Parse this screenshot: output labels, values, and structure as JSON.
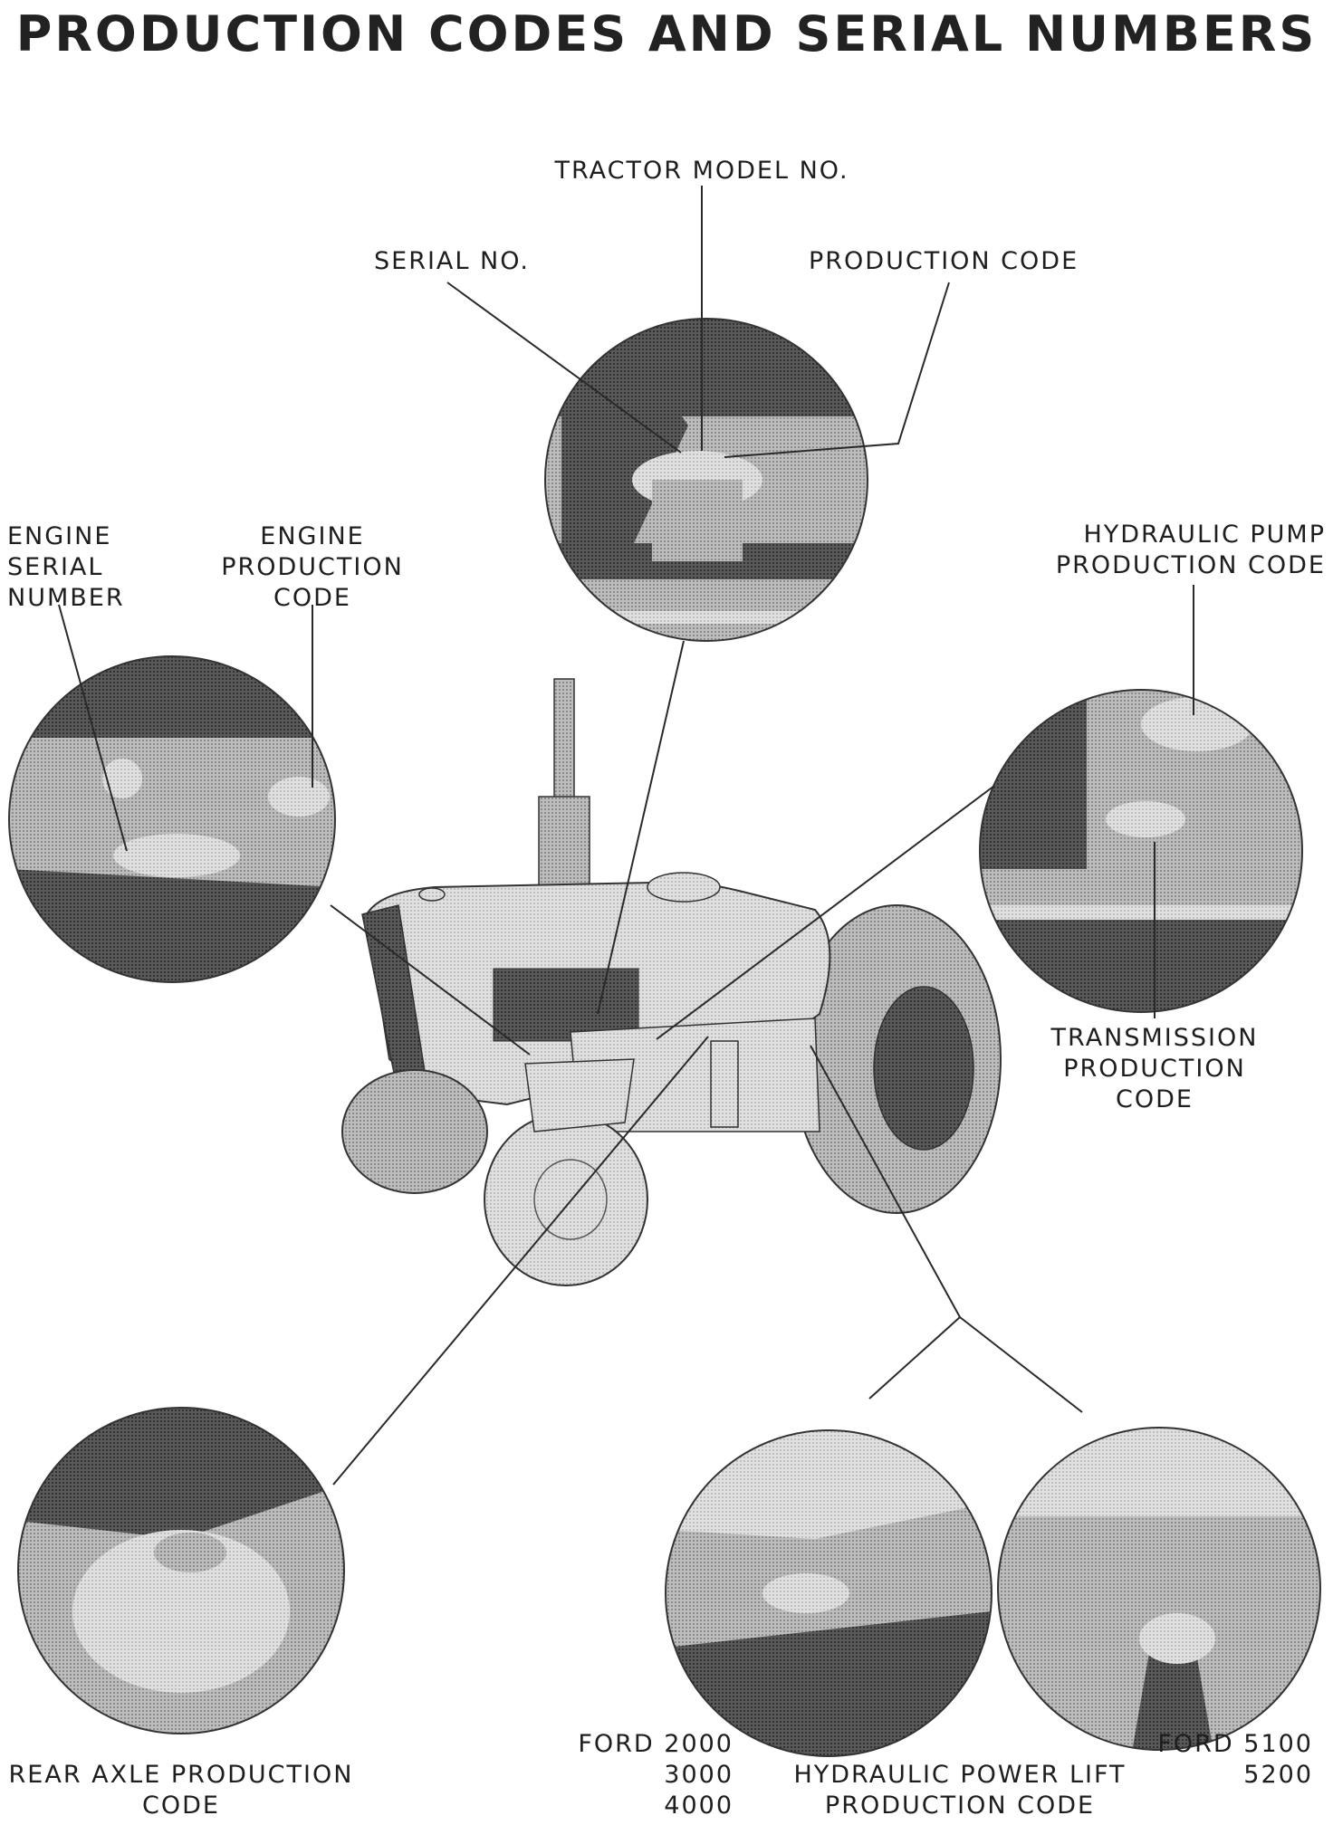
{
  "title": "PRODUCTION CODES AND SERIAL NUMBERS",
  "labels": {
    "tractor_model": "TRACTOR MODEL NO.",
    "serial_no": "SERIAL NO.",
    "production_code": "PRODUCTION CODE",
    "engine_serial": "ENGINE\nSERIAL\nNUMBER",
    "engine_production": "ENGINE\nPRODUCTION\nCODE",
    "hydraulic_pump": "HYDRAULIC PUMP\nPRODUCTION CODE",
    "transmission": "TRANSMISSION\nPRODUCTION\nCODE",
    "rear_axle": "REAR AXLE PRODUCTION\nCODE",
    "ford_models_left": "FORD 2000\n3000\n4000",
    "hydraulic_lift": "HYDRAULIC POWER LIFT\nPRODUCTION CODE",
    "ford_models_right": "FORD 5100\n5200"
  }
}
